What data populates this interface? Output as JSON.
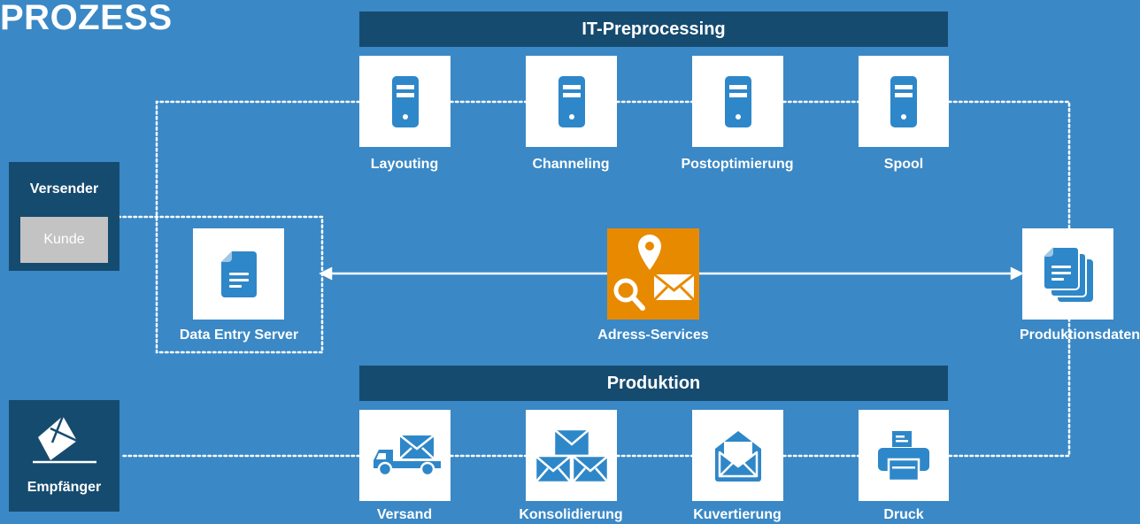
{
  "title": "PROZESS",
  "it_preprocessing": {
    "header": "IT-Preprocessing",
    "steps": [
      {
        "label": "Layouting",
        "icon": "server-icon"
      },
      {
        "label": "Channeling",
        "icon": "server-icon"
      },
      {
        "label": "Postoptimierung",
        "icon": "server-icon"
      },
      {
        "label": "Spool",
        "icon": "server-icon"
      }
    ]
  },
  "versender": {
    "title": "Versender",
    "kunde": "Kunde"
  },
  "empfaenger": {
    "title": "Empfänger",
    "icon": "envelope-icon"
  },
  "middle": {
    "data_entry": {
      "label": "Data Entry Server",
      "icon": "document-icon"
    },
    "adress": {
      "label": "Adress-Services",
      "icon": "address-services-icon"
    },
    "produktionsdaten": {
      "label": "Produktionsdaten",
      "icon": "documents-icon"
    }
  },
  "produktion": {
    "header": "Produktion",
    "steps": [
      {
        "label": "Versand",
        "icon": "delivery-truck-icon"
      },
      {
        "label": "Konsolidierung",
        "icon": "envelopes-stack-icon"
      },
      {
        "label": "Kuvertierung",
        "icon": "open-envelope-icon"
      },
      {
        "label": "Druck",
        "icon": "printer-icon"
      }
    ]
  },
  "colors": {
    "background": "#3a88c6",
    "dark_blue": "#164b70",
    "icon_blue": "#2e87c8",
    "orange": "#e88a00",
    "kunde_gray": "#c3c3c3"
  }
}
